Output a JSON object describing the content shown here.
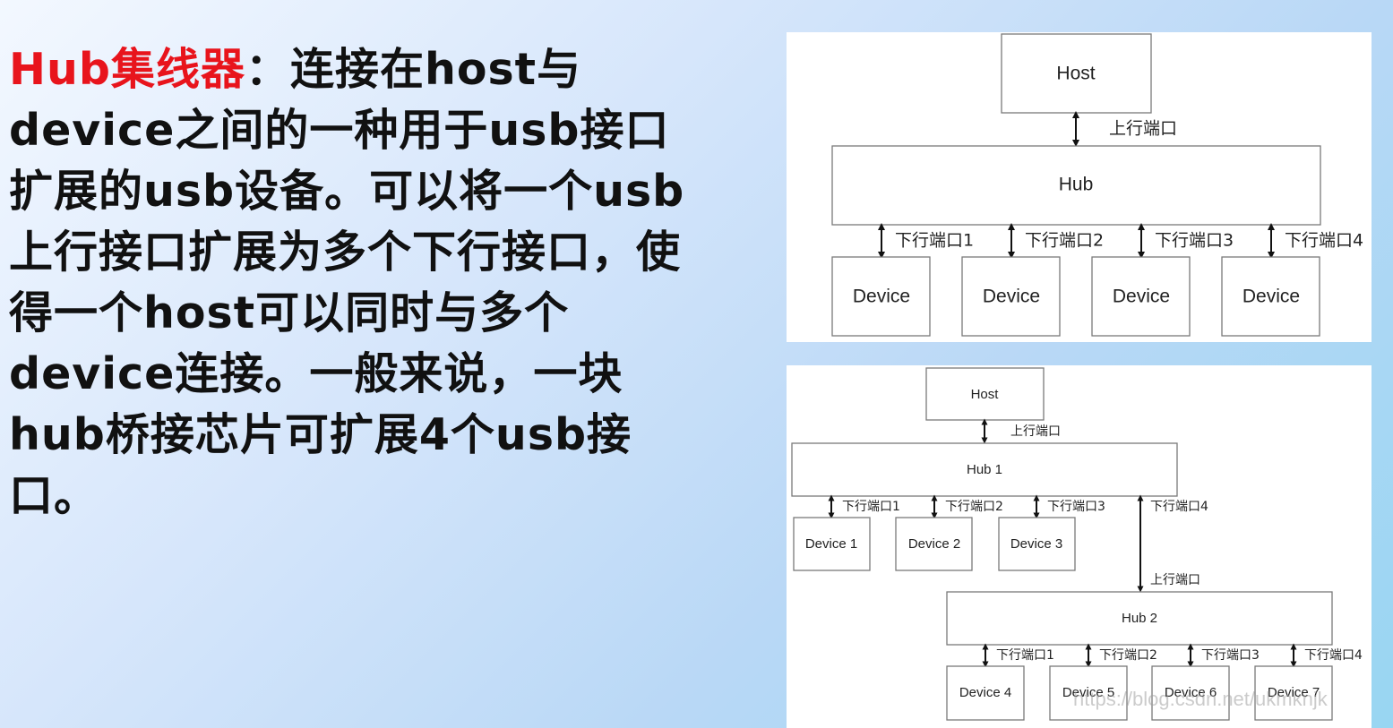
{
  "description": {
    "highlight": "Hub集线器",
    "body": "：连接在host与device之间的一种用于usb接口扩展的usb设备。可以将一个usb上行接口扩展为多个下行接口，使得一个host可以同时与多个device连接。一般来说，一块hub桥接芯片可扩展4个usb接口。"
  },
  "diagram1": {
    "host": "Host",
    "hub": "Hub",
    "upstream_port": "上行端口",
    "downstream_ports": [
      "下行端口1",
      "下行端口2",
      "下行端口3",
      "下行端口4"
    ],
    "devices": [
      "Device",
      "Device",
      "Device",
      "Device"
    ]
  },
  "diagram2": {
    "host": "Host",
    "host_upstream_port": "上行端口",
    "hub1": "Hub 1",
    "hub1_ports": [
      "下行端口1",
      "下行端口2",
      "下行端口3",
      "下行端口4"
    ],
    "hub1_devices": [
      "Device 1",
      "Device 2",
      "Device 3"
    ],
    "hub2_upstream_port": "上行端口",
    "hub2": "Hub 2",
    "hub2_ports": [
      "下行端口1",
      "下行端口2",
      "下行端口3",
      "下行端口4"
    ],
    "hub2_devices": [
      "Device 4",
      "Device 5",
      "Device 6",
      "Device 7"
    ]
  },
  "watermark": "https://blog.csdn.net/ukmknjk"
}
